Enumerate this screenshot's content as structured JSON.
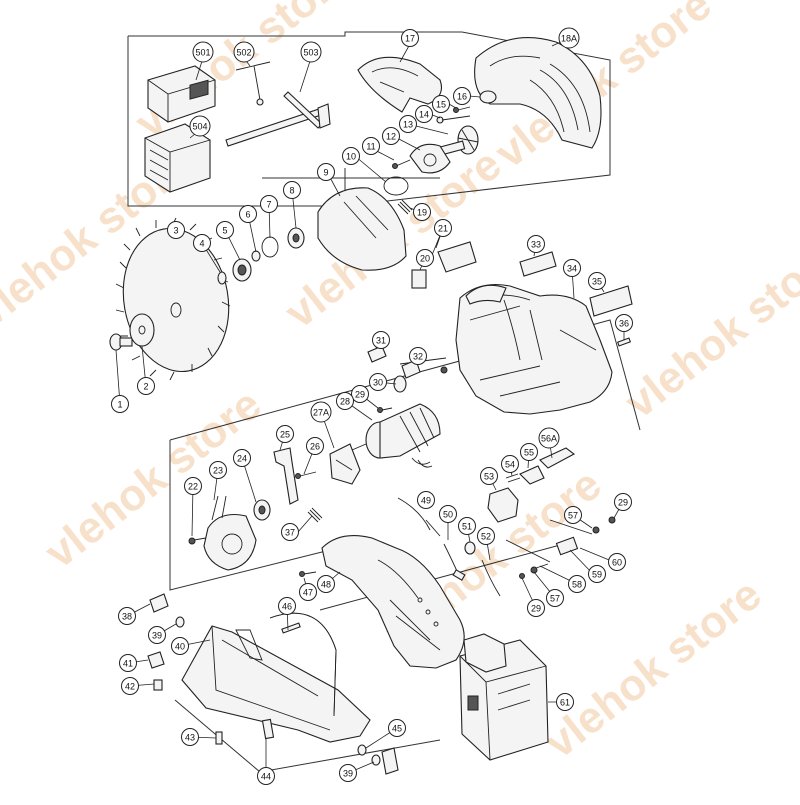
{
  "watermark": {
    "text": "vlehok store",
    "color": "#f2c9a0"
  },
  "callouts": [
    {
      "id": "p501",
      "label": "501"
    },
    {
      "id": "p502",
      "label": "502"
    },
    {
      "id": "p503",
      "label": "503"
    },
    {
      "id": "p504",
      "label": "504"
    },
    {
      "id": "p17",
      "label": "17"
    },
    {
      "id": "p18A",
      "label": "18A"
    },
    {
      "id": "p16",
      "label": "16"
    },
    {
      "id": "p15",
      "label": "15"
    },
    {
      "id": "p14",
      "label": "14"
    },
    {
      "id": "p13",
      "label": "13"
    },
    {
      "id": "p12",
      "label": "12"
    },
    {
      "id": "p11",
      "label": "11"
    },
    {
      "id": "p10",
      "label": "10"
    },
    {
      "id": "p9",
      "label": "9"
    },
    {
      "id": "p19",
      "label": "19"
    },
    {
      "id": "p21",
      "label": "21"
    },
    {
      "id": "p20",
      "label": "20"
    },
    {
      "id": "p33",
      "label": "33"
    },
    {
      "id": "p34",
      "label": "34"
    },
    {
      "id": "p35",
      "label": "35"
    },
    {
      "id": "p36",
      "label": "36"
    },
    {
      "id": "p3",
      "label": "3"
    },
    {
      "id": "p4",
      "label": "4"
    },
    {
      "id": "p5",
      "label": "5"
    },
    {
      "id": "p6",
      "label": "6"
    },
    {
      "id": "p7",
      "label": "7"
    },
    {
      "id": "p8",
      "label": "8"
    },
    {
      "id": "p1",
      "label": "1"
    },
    {
      "id": "p2",
      "label": "2"
    },
    {
      "id": "p31",
      "label": "31"
    },
    {
      "id": "p32",
      "label": "32"
    },
    {
      "id": "p30",
      "label": "30"
    },
    {
      "id": "p29a",
      "label": "29"
    },
    {
      "id": "p28",
      "label": "28"
    },
    {
      "id": "p27A",
      "label": "27A"
    },
    {
      "id": "p25",
      "label": "25"
    },
    {
      "id": "p26",
      "label": "26"
    },
    {
      "id": "p24",
      "label": "24"
    },
    {
      "id": "p23",
      "label": "23"
    },
    {
      "id": "p22",
      "label": "22"
    },
    {
      "id": "p37",
      "label": "37"
    },
    {
      "id": "p56A",
      "label": "56A"
    },
    {
      "id": "p54",
      "label": "54"
    },
    {
      "id": "p55",
      "label": "55"
    },
    {
      "id": "p53",
      "label": "53"
    },
    {
      "id": "p49",
      "label": "49"
    },
    {
      "id": "p50",
      "label": "50"
    },
    {
      "id": "p51",
      "label": "51"
    },
    {
      "id": "p52",
      "label": "52"
    },
    {
      "id": "p29b",
      "label": "29"
    },
    {
      "id": "p57a",
      "label": "57"
    },
    {
      "id": "p60",
      "label": "60"
    },
    {
      "id": "p59",
      "label": "59"
    },
    {
      "id": "p58",
      "label": "58"
    },
    {
      "id": "p57b",
      "label": "57"
    },
    {
      "id": "p29c",
      "label": "29"
    },
    {
      "id": "p47",
      "label": "47"
    },
    {
      "id": "p48",
      "label": "48"
    },
    {
      "id": "p46",
      "label": "46"
    },
    {
      "id": "p38",
      "label": "38"
    },
    {
      "id": "p39a",
      "label": "39"
    },
    {
      "id": "p40",
      "label": "40"
    },
    {
      "id": "p41",
      "label": "41"
    },
    {
      "id": "p42",
      "label": "42"
    },
    {
      "id": "p43",
      "label": "43"
    },
    {
      "id": "p44",
      "label": "44"
    },
    {
      "id": "p45",
      "label": "45"
    },
    {
      "id": "p39b",
      "label": "39"
    },
    {
      "id": "p61",
      "label": "61"
    }
  ]
}
